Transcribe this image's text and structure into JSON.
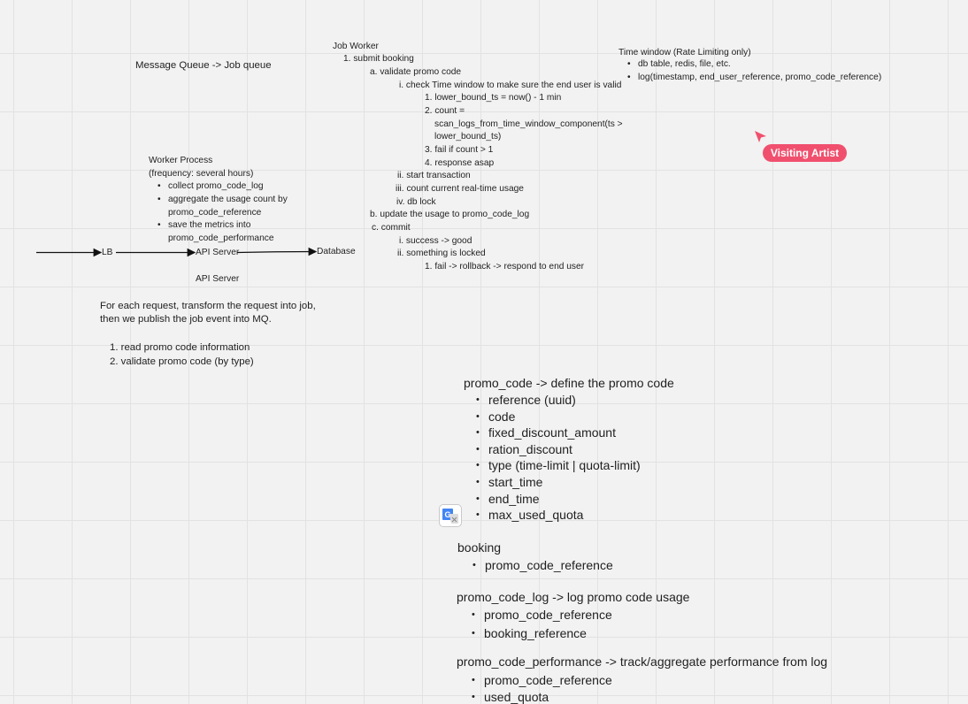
{
  "board": {
    "message_queue": "Message Queue -> Job queue",
    "job_worker": {
      "title": "Job Worker",
      "l1": "1. submit booking",
      "a": "a. validate promo code",
      "i": "i. check Time window to make sure the end user is valid",
      "i1": "1. lower_bound_ts = now() - 1 min",
      "i2a": "2. count =",
      "i2b": "scan_logs_from_time_window_component(ts >",
      "i2c": "lower_bound_ts)",
      "i3": "3. fail if count > 1",
      "i4": "4. response asap",
      "ii": "ii. start transaction",
      "iii": "iii. count current real-time usage",
      "iv": "iv. db lock",
      "b": "b. update the usage to promo_code_log",
      "c": "c. commit",
      "ci": "i. success -> good",
      "cii": "ii. something is locked",
      "cii1": "1. fail -> rollback -> respond to end user"
    },
    "time_window": {
      "title": "Time window (Rate Limiting only)",
      "items": [
        "db table, redis, file, etc.",
        "log(timestamp, end_user_reference, promo_code_reference)"
      ]
    },
    "visiting_artist": "Visiting Artist",
    "worker_process": {
      "title": "Worker Process",
      "subtitle": "(frequency: several hours)",
      "b1": "collect promo_code_log",
      "b2a": "aggregate the usage count by",
      "b2b": "promo_code_reference",
      "b3a": "save the metrics into",
      "b3b": "promo_code_performance"
    },
    "flow": {
      "lb": "LB",
      "api_server": "API Server",
      "database": "Database",
      "api_server_caption": "API Server"
    },
    "api_notes": {
      "line1": "For each request, transform the request into job,",
      "line2": "then we publish the job event into MQ.",
      "items": [
        "1. read promo code information",
        "2. validate promo code (by type)"
      ]
    },
    "promo_code": {
      "title": "promo_code -> define the promo code",
      "fields": [
        "reference (uuid)",
        "code",
        "fixed_discount_amount",
        "ration_discount",
        "type (time-limit | quota-limit)",
        "start_time",
        "end_time",
        "max_used_quota"
      ]
    },
    "booking": {
      "title": "booking",
      "fields": [
        "promo_code_reference"
      ]
    },
    "promo_code_log": {
      "title": "promo_code_log -> log promo code usage",
      "fields": [
        "promo_code_reference",
        "booking_reference"
      ]
    },
    "promo_code_performance": {
      "title": "promo_code_performance -> track/aggregate performance from log",
      "fields": [
        "promo_code_reference",
        "used_quota"
      ]
    }
  },
  "colors": {
    "badge": "#f0506e",
    "grid": "#e2e2e2",
    "background": "#f2f2f2"
  },
  "icons": {
    "cursor": "pointer-cursor-icon",
    "translate": "google-translate-icon"
  }
}
